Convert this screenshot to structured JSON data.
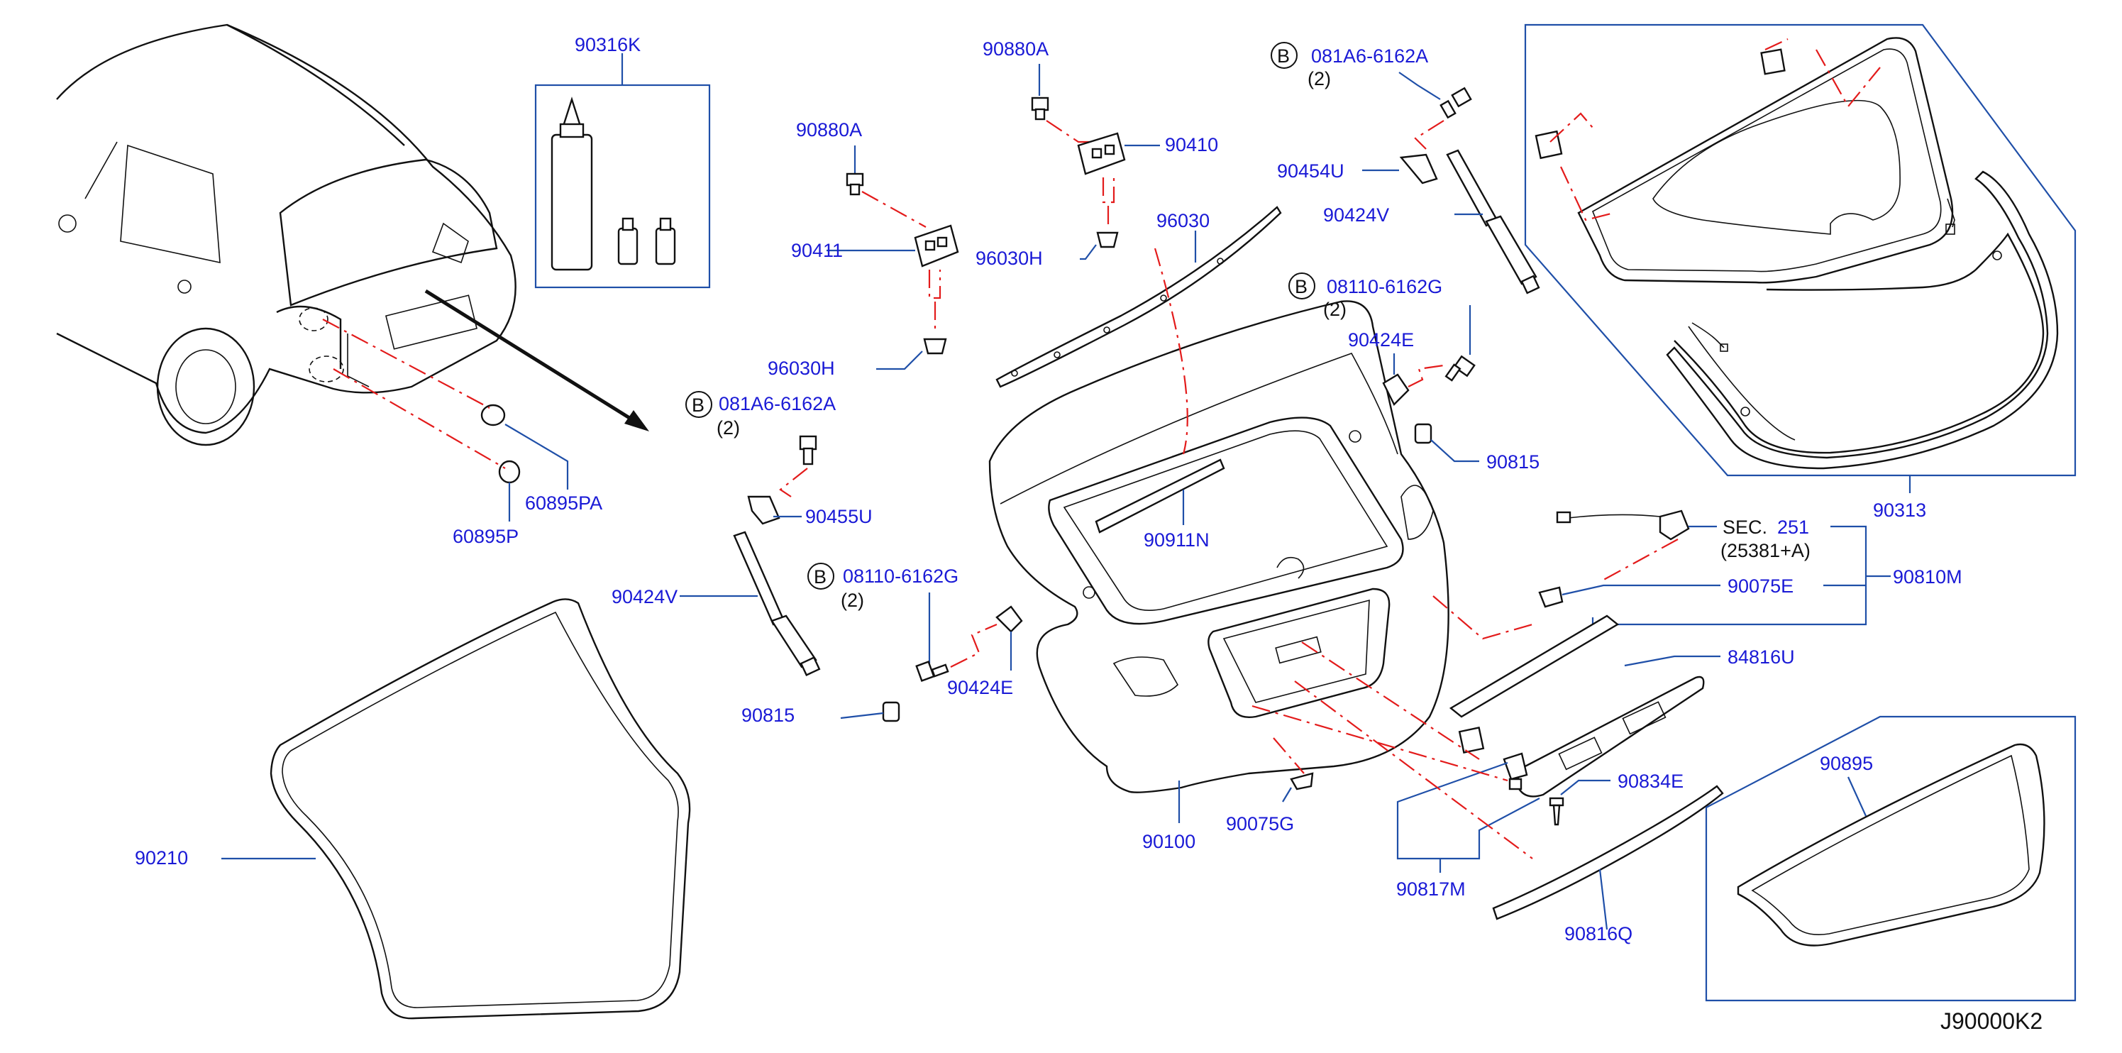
{
  "diagram_code": "J90000K2",
  "colors": {
    "part_label": "#1a1ad6",
    "leader_line": "#1f4fa8",
    "dashed_line": "#e31b1b",
    "drawing": "#111111"
  },
  "symbols": {
    "bolt_marker": "B"
  },
  "labels": {
    "p90316K": "90316K",
    "p60895PA": "60895PA",
    "p60895P": "60895P",
    "p90880A_1": "90880A",
    "p90411": "90411",
    "p96030H_1": "96030H",
    "p96030H_2": "96030H",
    "p081A6_1": "081A6-6162A",
    "qty_1": "(2)",
    "p90455U": "90455U",
    "p90424V_1": "90424V",
    "p08110_1": "08110-6162G",
    "qty_2": "(2)",
    "p90424E_1": "90424E",
    "p90815_1": "90815",
    "p90210": "90210",
    "p90880A_2": "90880A",
    "p90410": "90410",
    "p96030": "96030",
    "p081A6_2": "081A6-6162A",
    "qty_3": "(2)",
    "p90454U": "90454U",
    "p90424V_2": "90424V",
    "p08110_2": "08110-6162G",
    "qty_4": "(2)",
    "p90424E_2": "90424E",
    "p90815_2": "90815",
    "p90911N": "90911N",
    "p90100": "90100",
    "p90075G": "90075G",
    "p90313": "90313",
    "sec": "SEC.",
    "sec_num": "251",
    "sec_ref": "(25381+A)",
    "p90075E": "90075E",
    "p90810M": "90810M",
    "p84816U": "84816U",
    "p90834E": "90834E",
    "p90817M": "90817M",
    "p90816Q": "90816Q",
    "p90895": "90895"
  }
}
